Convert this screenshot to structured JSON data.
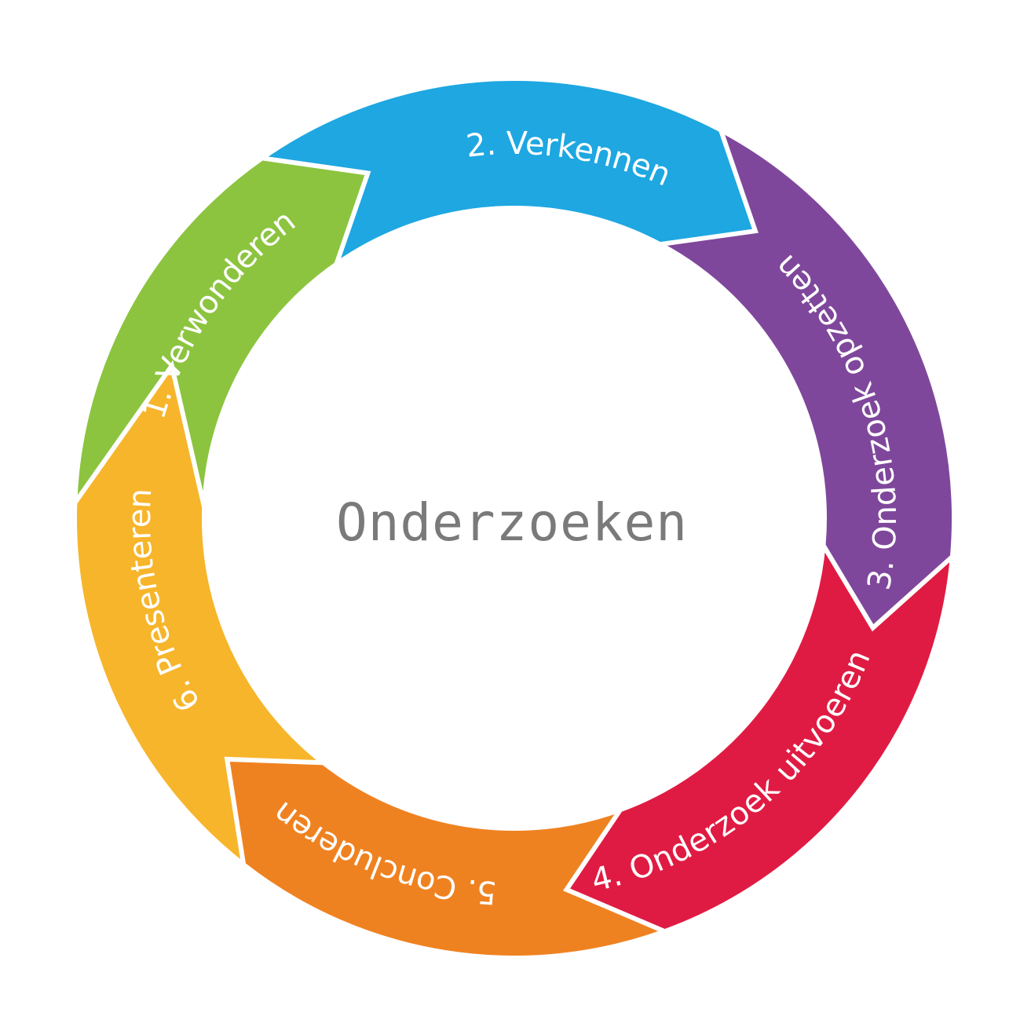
{
  "center_title": "Onderzoeken",
  "steps": [
    {
      "label": "1. Verwonderen",
      "color": "#8cc43f"
    },
    {
      "label": "2. Verkennen",
      "color": "#1ea7e1"
    },
    {
      "label": "3. Onderzoek opzetten",
      "color": "#7f479b"
    },
    {
      "label": "4. Onderzoek uitvoeren",
      "color": "#e01b43"
    },
    {
      "label": "5. Concluderen",
      "color": "#ef8220"
    },
    {
      "label": "6. Presenteren",
      "color": "#f7b52b"
    }
  ]
}
